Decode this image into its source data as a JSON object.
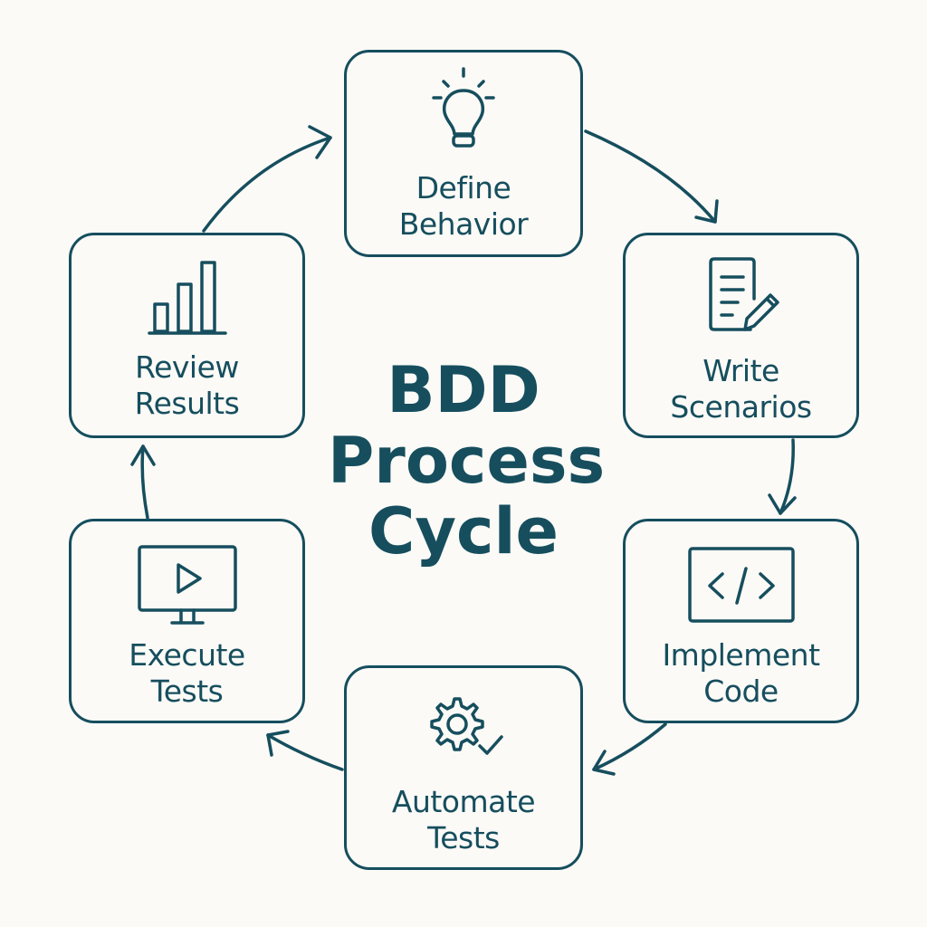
{
  "title": {
    "line1": "BDD",
    "line2": "Process",
    "line3": "Cycle"
  },
  "steps": [
    {
      "line1": "Define",
      "line2": "Behavior",
      "icon": "lightbulb-icon"
    },
    {
      "line1": "Write",
      "line2": "Scenarios",
      "icon": "document-pencil-icon"
    },
    {
      "line1": "Implement",
      "line2": "Code",
      "icon": "code-icon"
    },
    {
      "line1": "Automate",
      "line2": "Tests",
      "icon": "gear-check-icon"
    },
    {
      "line1": "Execute",
      "line2": "Tests",
      "icon": "monitor-play-icon"
    },
    {
      "line1": "Review",
      "line2": "Results",
      "icon": "bar-chart-icon"
    }
  ],
  "colors": {
    "primary": "#164e5e",
    "background": "#fbfaf6"
  }
}
